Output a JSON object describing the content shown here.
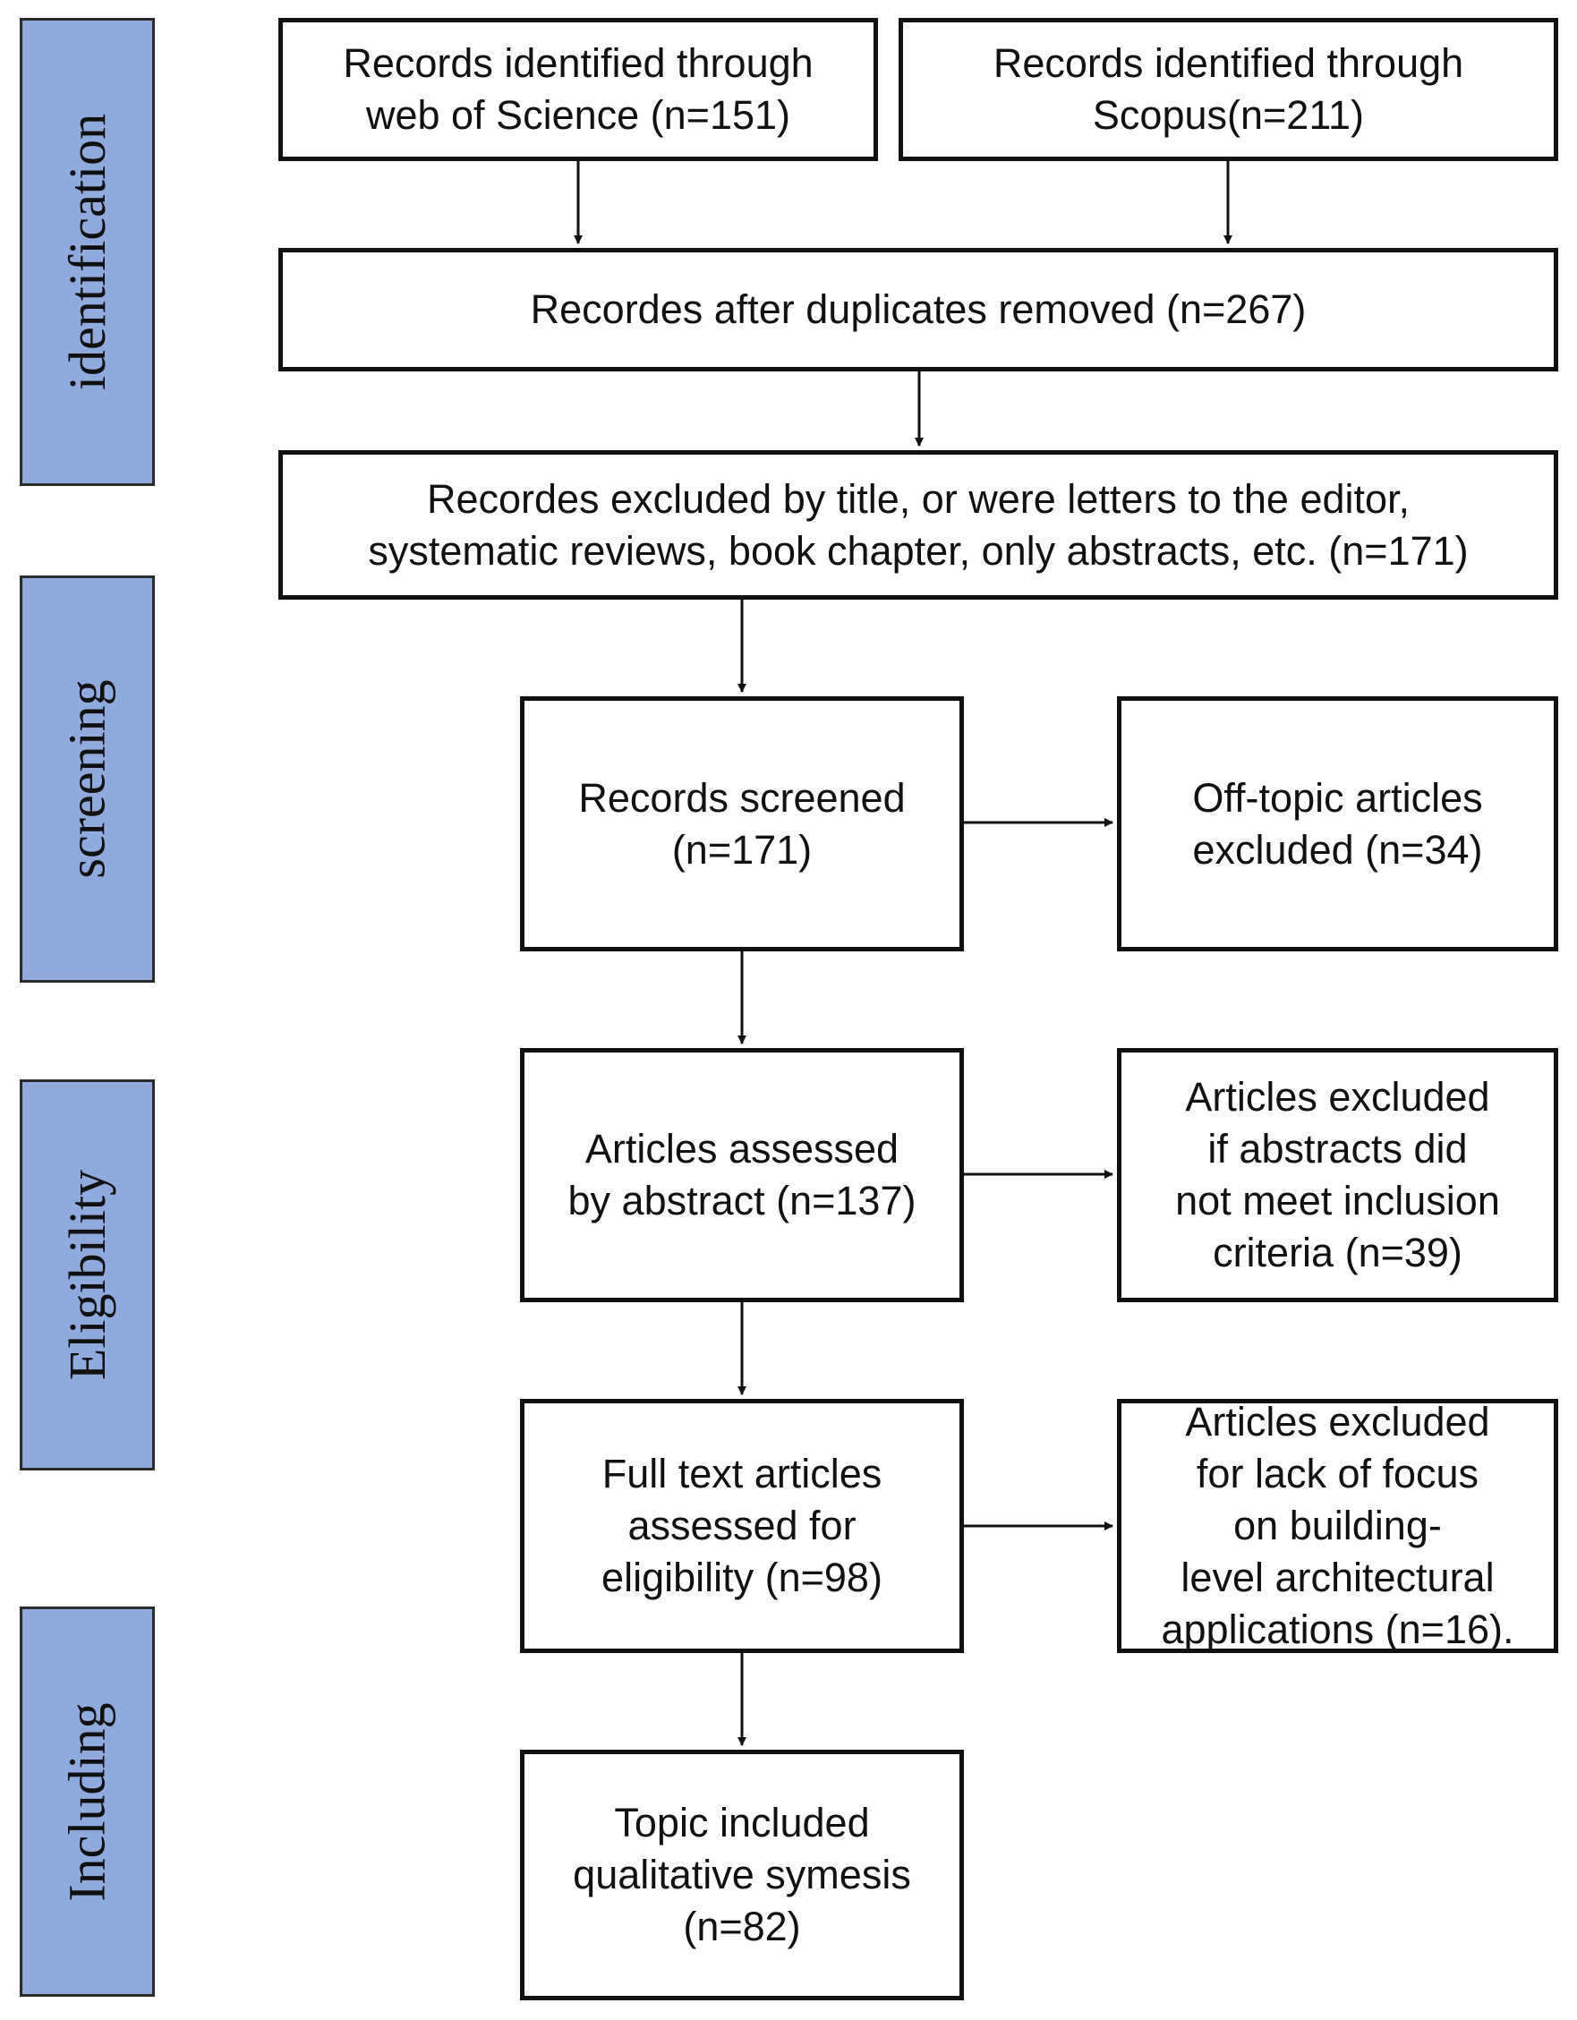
{
  "phases": {
    "identification": "identification",
    "screening": "screening",
    "eligibility": "Eligibility",
    "including": "Including"
  },
  "boxes": {
    "wos": [
      "Records identified through",
      "web of Science (n=151)"
    ],
    "scopus": [
      "Records identified through",
      "Scopus(n=211)"
    ],
    "duplicates": [
      "Recordes after duplicates removed (n=267)"
    ],
    "excluded_title": [
      "Recordes excluded by title, or were letters to the editor,",
      "systematic reviews, book chapter, only abstracts, etc. (n=171)"
    ],
    "screened": [
      "Records screened",
      "(n=171)"
    ],
    "offtopic": [
      "Off-topic articles",
      "excluded (n=34)"
    ],
    "abstract": [
      "Articles assessed",
      "by abstract (n=137)"
    ],
    "abstract_excluded": [
      "Articles excluded",
      "if abstracts did",
      "not meet inclusion",
      "criteria (n=39)"
    ],
    "fulltext": [
      "Full text articles",
      "assessed for",
      "eligibility (n=98)"
    ],
    "focus_excluded": [
      "Articles excluded",
      "for lack of focus",
      "on building-",
      "level architectural",
      "applications (n=16)."
    ],
    "included": [
      "Topic included",
      "qualitative symesis",
      "(n=82)"
    ]
  },
  "colors": {
    "phase_fill": "#8faadc",
    "line": "#111111"
  }
}
